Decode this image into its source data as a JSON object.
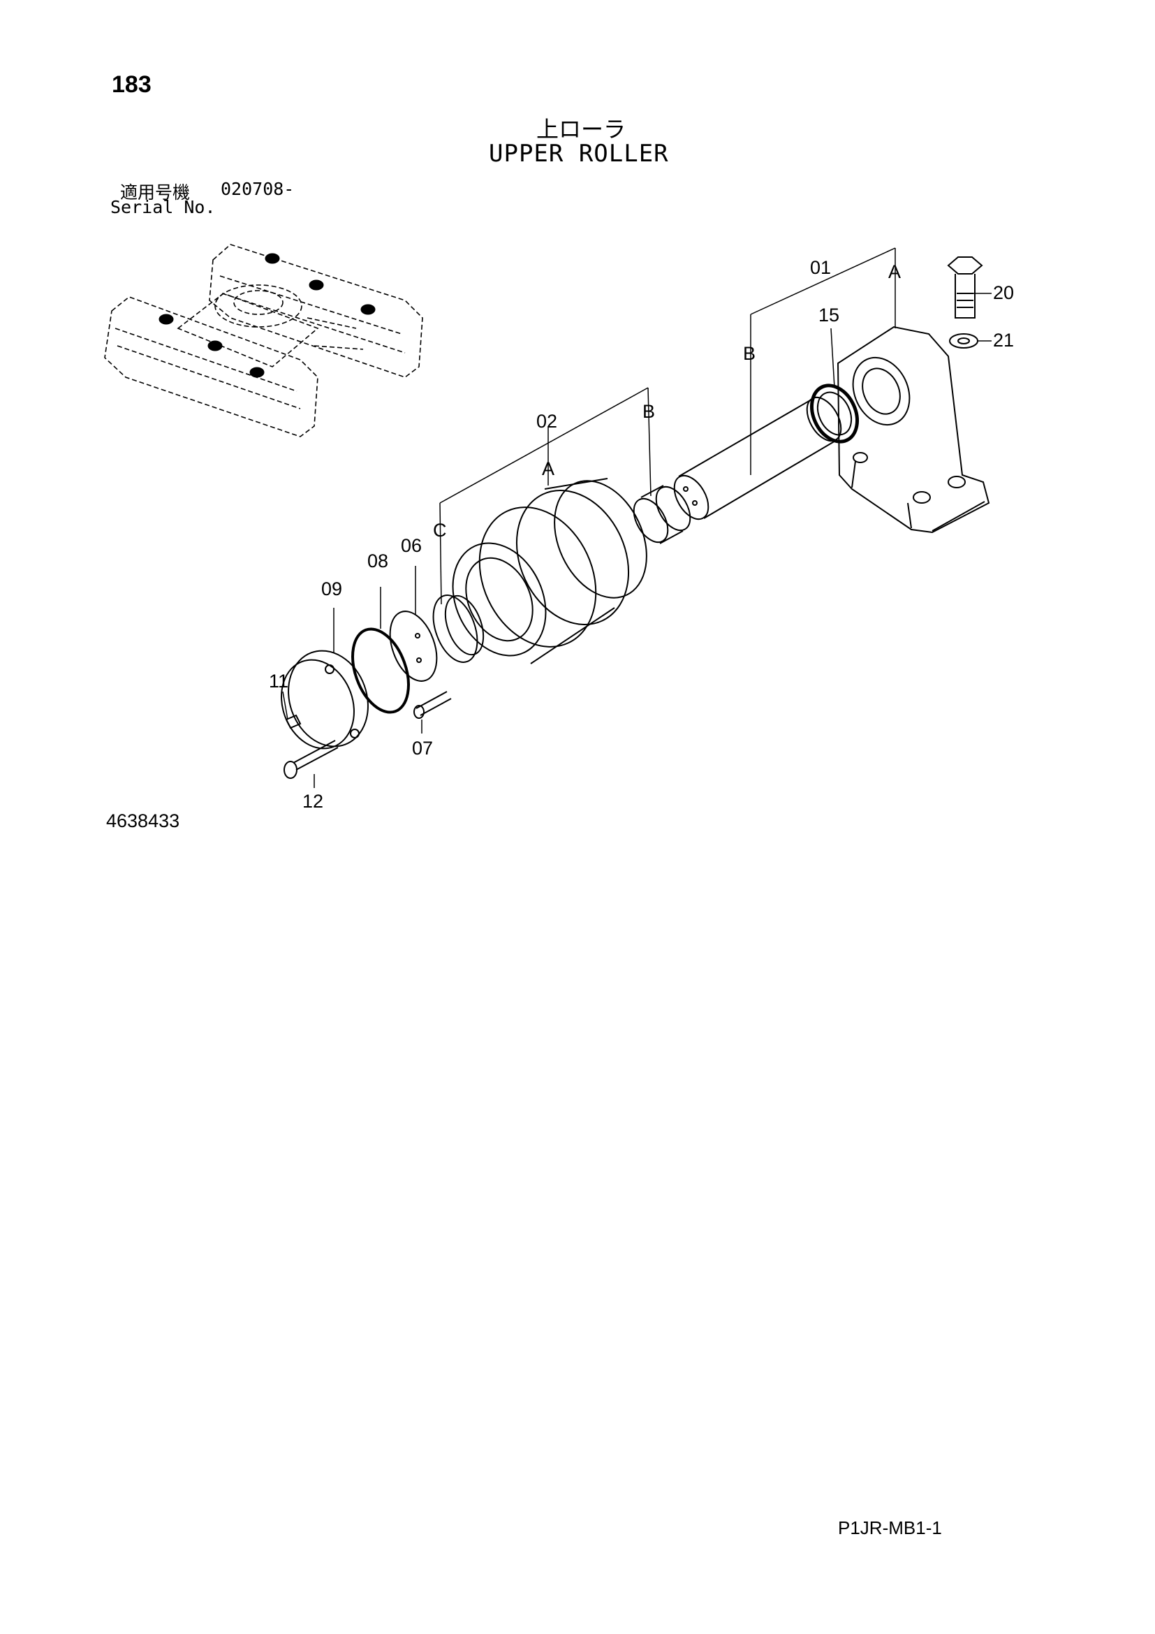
{
  "header": {
    "page_number": "183",
    "title_jp": "上ローラ",
    "title_en": "UPPER ROLLER",
    "serial_label_jp": "適用号機",
    "serial_value": "020708-",
    "serial_label_en": "Serial No."
  },
  "callouts": {
    "c01": "01",
    "c02": "02",
    "c06": "06",
    "c07": "07",
    "c08": "08",
    "c09": "09",
    "c11": "11",
    "c12": "12",
    "c15": "15",
    "c20": "20",
    "c21": "21"
  },
  "subassembly_letters": {
    "a_top": "A",
    "b_left": "B",
    "b_right": "B",
    "a_mid": "A",
    "c": "C"
  },
  "footer": {
    "drawing_number": "4638433",
    "sheet_code": "P1JR-MB1-1"
  }
}
